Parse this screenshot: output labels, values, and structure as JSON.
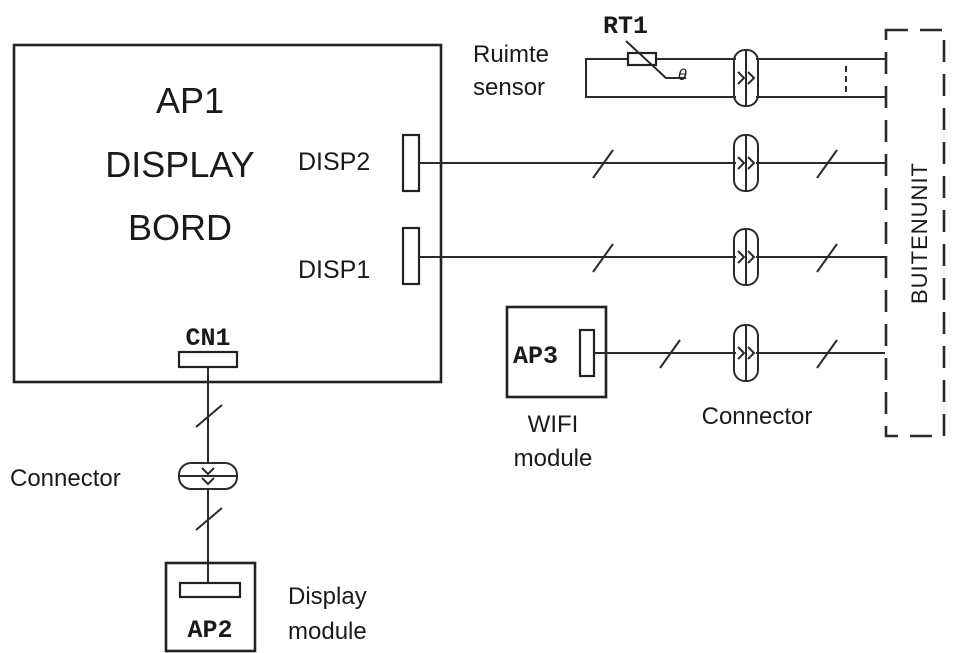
{
  "ap1": {
    "line1": "AP1",
    "line2": "DISPLAY",
    "line3": "BORD"
  },
  "ports": {
    "disp2": "DISP2",
    "disp1": "DISP1",
    "cn1": "CN1"
  },
  "sensor": {
    "ref": "RT1",
    "line1": "Ruimte",
    "line2": "sensor",
    "theta": "θ"
  },
  "ap3": {
    "ref": "AP3",
    "line1": "WIFI",
    "line2": "module"
  },
  "ap2": {
    "ref": "AP2",
    "line1": "Display",
    "line2": "module"
  },
  "connector_right": "Connector",
  "connector_left": "Connector",
  "outdoor": "BUITENUNIT"
}
